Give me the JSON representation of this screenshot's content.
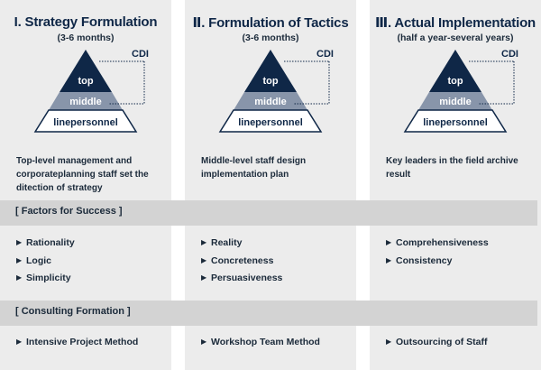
{
  "columns": [
    {
      "title": "I. Strategy Formulation",
      "subtitle": "(3-6 months)",
      "description": "Top-level management and corporateplanning staff set the ditection of strategy",
      "factors": [
        "Rationality",
        "Logic",
        "Simplicity"
      ],
      "consulting": [
        "Intensive Project Method"
      ]
    },
    {
      "title": "Ⅱ. Formulation of Tactics",
      "subtitle": "(3-6 months)",
      "description": "Middle-level staff design implementation plan",
      "factors": [
        "Reality",
        "Concreteness",
        "Persuasiveness"
      ],
      "consulting": [
        "Workshop Team Method"
      ]
    },
    {
      "title": "Ⅲ. Actual Implementation",
      "subtitle": "(half a year-several years)",
      "description": "Key leaders in the field archive result",
      "factors": [
        "Comprehensiveness",
        "Consistency"
      ],
      "consulting": [
        "Outsourcing of Staff"
      ]
    }
  ],
  "pyramid": {
    "top": "top",
    "middle": "middle",
    "bottom": "linepersonnel",
    "cdi": "CDI"
  },
  "sections": {
    "success": "[ Factors for Success ]",
    "consulting": "[ Consulting Formation ]"
  },
  "colors": {
    "column_bg": "#ececec",
    "band_bg": "#d3d3d3",
    "pyramid_top": "#0f2747",
    "pyramid_middle": "#8895aa",
    "pyramid_bottom": "#ffffff",
    "title_text": "#0f2747"
  },
  "icons": {
    "list_bullet": "triangle-right-icon"
  }
}
